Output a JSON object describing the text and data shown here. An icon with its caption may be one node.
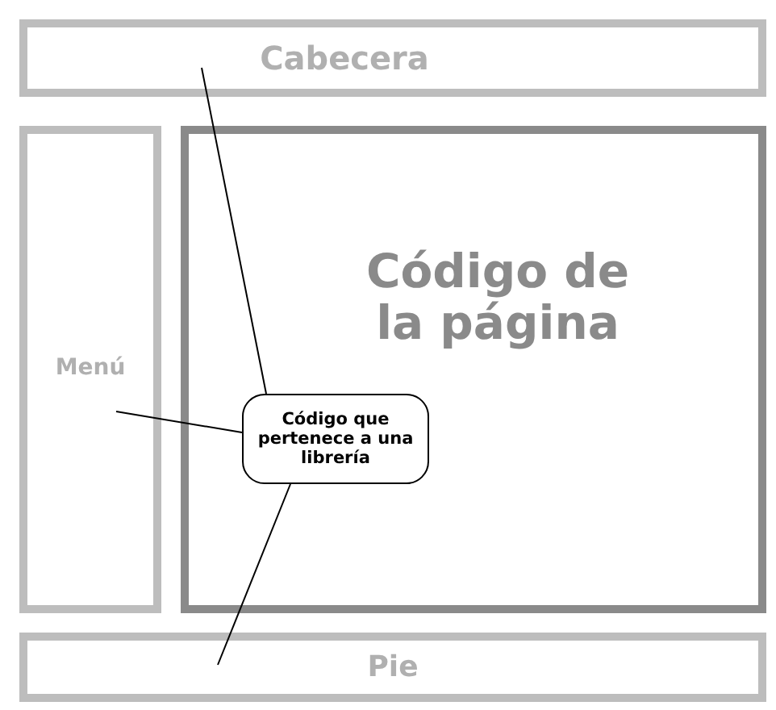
{
  "diagram": {
    "nodes": [
      {
        "text": [
          "Cabecera"
        ]
      },
      {
        "text": [
          "Menú"
        ]
      },
      {
        "text": [
          "Código de la página"
        ]
      },
      {
        "text": [
          "Código que pertenece a una librería"
        ],
        "in": 2
      },
      {
        "text": [
          "Pie"
        ]
      }
    ],
    "edges": [
      {
        "from": 3,
        "to": 0,
        "arrow": "none"
      },
      {
        "from": 3,
        "to": 1,
        "arrow": "none"
      },
      {
        "from": 3,
        "to": 4,
        "arrow": "none"
      }
    ]
  }
}
